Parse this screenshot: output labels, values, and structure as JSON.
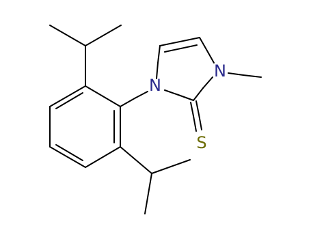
{
  "molecule": {
    "atoms": {
      "n1": {
        "label": "N",
        "color": "#2a2a8c"
      },
      "n3": {
        "label": "N",
        "color": "#2a2a8c"
      },
      "s": {
        "label": "S",
        "color": "#6b6b00"
      }
    },
    "bond_colors": {
      "carbon": "#000000",
      "nitrogen": "#2a2a8c",
      "sulfur": "#6b6b00"
    }
  }
}
